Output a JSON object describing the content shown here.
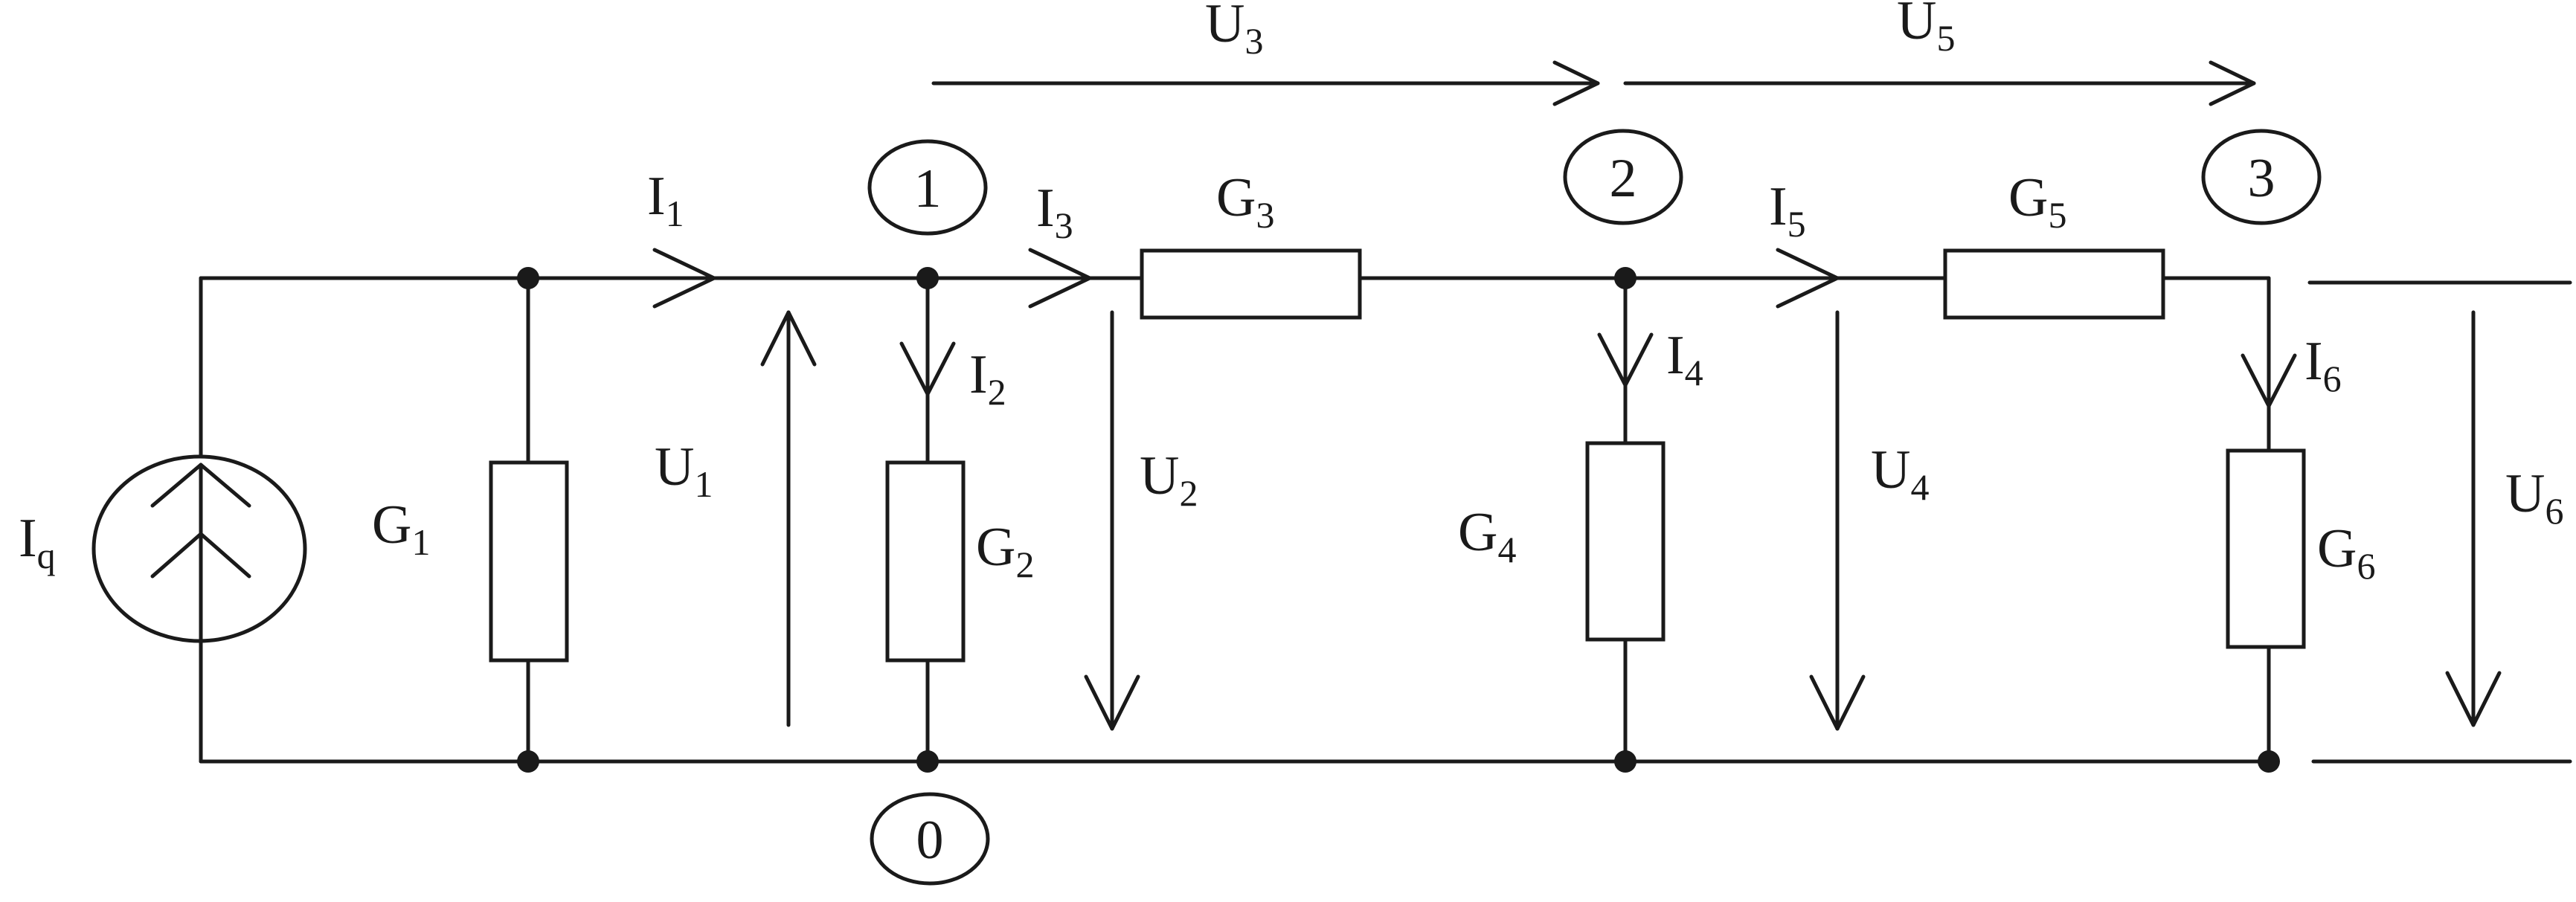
{
  "labels": {
    "Iq": {
      "main": "I",
      "sub": "q"
    },
    "G1": {
      "main": "G",
      "sub": "1"
    },
    "G2": {
      "main": "G",
      "sub": "2"
    },
    "G3": {
      "main": "G",
      "sub": "3"
    },
    "G4": {
      "main": "G",
      "sub": "4"
    },
    "G5": {
      "main": "G",
      "sub": "5"
    },
    "G6": {
      "main": "G",
      "sub": "6"
    },
    "I1": {
      "main": "I",
      "sub": "1"
    },
    "I2": {
      "main": "I",
      "sub": "2"
    },
    "I3": {
      "main": "I",
      "sub": "3"
    },
    "I4": {
      "main": "I",
      "sub": "4"
    },
    "I5": {
      "main": "I",
      "sub": "5"
    },
    "I6": {
      "main": "I",
      "sub": "6"
    },
    "U1": {
      "main": "U",
      "sub": "1"
    },
    "U2": {
      "main": "U",
      "sub": "2"
    },
    "U3": {
      "main": "U",
      "sub": "3"
    },
    "U4": {
      "main": "U",
      "sub": "4"
    },
    "U5": {
      "main": "U",
      "sub": "5"
    },
    "U6": {
      "main": "U",
      "sub": "6"
    }
  },
  "nodes": {
    "n0": "0",
    "n1": "1",
    "n2": "2",
    "n3": "3"
  }
}
